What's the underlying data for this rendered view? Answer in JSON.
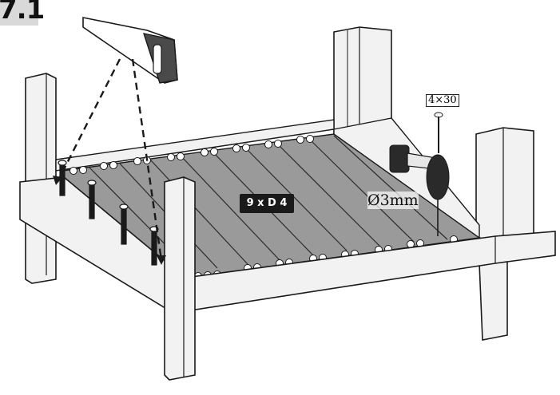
{
  "step": {
    "number": "7.1"
  },
  "labels": {
    "screw_spec": "4×30",
    "board_count": "9 x D 4",
    "drill_size": "Ø3mm"
  },
  "colors": {
    "post_fill": "#f2f2f2",
    "board_fill": "#9a9a9a",
    "outline": "#1a1a1a",
    "badge": "#d9d9d9"
  },
  "icons": [
    "saw-icon",
    "drill-icon",
    "screw-icon"
  ]
}
